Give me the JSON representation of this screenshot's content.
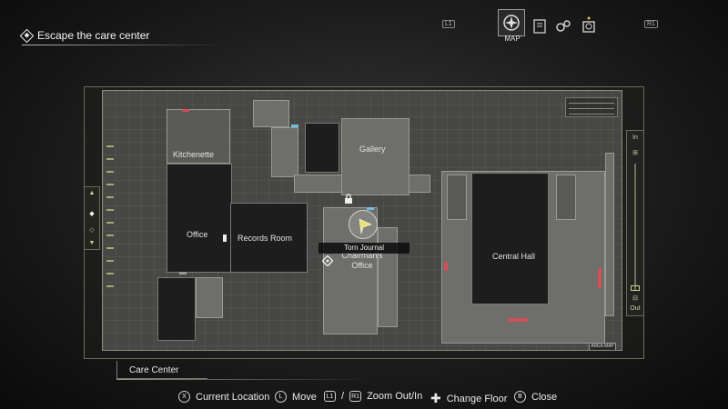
{
  "objective": {
    "text": "Escape the care center"
  },
  "top_menu": {
    "active_label": "MAP",
    "tabs": [
      {
        "id": "files",
        "icon": "document-icon"
      },
      {
        "id": "map",
        "icon": "compass-icon"
      },
      {
        "id": "key-items",
        "icon": "key-item-icon"
      },
      {
        "id": "crafting",
        "icon": "gears-icon"
      },
      {
        "id": "records",
        "icon": "record-player-icon"
      }
    ],
    "shoulder_left": "L1",
    "shoulder_right": "R1"
  },
  "map": {
    "rooms": {
      "kitchenette": "Kitchenette",
      "office": "Office",
      "records_room": "Records Room",
      "gallery": "Gallery",
      "chairmans_office": "Chairman's Office",
      "central_hall": "Central Hall"
    },
    "item_tooltip": "Torn Journal",
    "area_map_label": "AREA MAP",
    "zoom_in_label": "In",
    "zoom_out_label": "Out"
  },
  "location": {
    "name": "Care Center"
  },
  "controls": [
    {
      "button": "X",
      "label": "Current Location"
    },
    {
      "button": "L",
      "label": "Move"
    },
    {
      "button": "L1",
      "separator": "/"
    },
    {
      "button": "R1",
      "label": "Zoom Out/In"
    },
    {
      "button": "dpad",
      "label": "Change Floor"
    },
    {
      "button": "B",
      "label": "Close"
    }
  ],
  "colors": {
    "door_red": "#d0505a",
    "door_blue": "#6fc0e0",
    "accent_olive": "#a8a872"
  }
}
